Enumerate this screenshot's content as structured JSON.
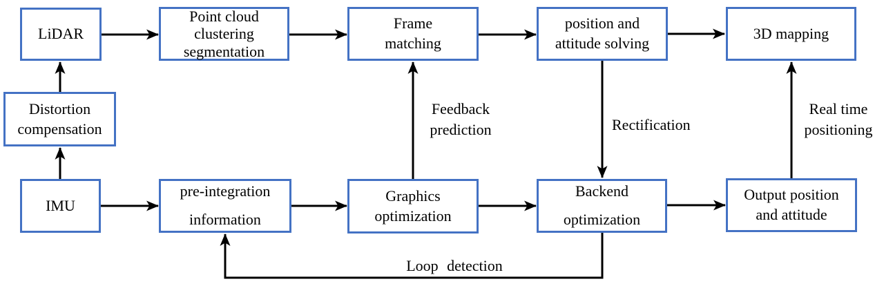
{
  "diagram": {
    "nodes": {
      "lidar": {
        "label": "LiDAR"
      },
      "point_cloud": {
        "label": "Point cloud\nclustering\nsegmentation"
      },
      "frame_matching": {
        "label": "Frame\nmatching"
      },
      "pose_solving": {
        "label": "position and\nattitude solving"
      },
      "mapping_3d": {
        "label": "3D mapping"
      },
      "distortion": {
        "label": "Distortion\ncompensation"
      },
      "imu": {
        "label": "IMU"
      },
      "preintegration": {
        "label": "pre-integration\ninformation"
      },
      "graphics_opt": {
        "label": "Graphics\noptimization"
      },
      "backend_opt": {
        "label": "Backend\noptimization"
      },
      "output_pose": {
        "label": "Output position\nand attitude"
      }
    },
    "edge_labels": {
      "feedback": "Feedback\nprediction",
      "rectification": "Rectification",
      "realtime": "Real time\npositioning",
      "loop": "Loop detection"
    },
    "colors": {
      "box_border": "#4472c4",
      "arrow": "#000000",
      "text": "#000000",
      "background": "#ffffff"
    }
  }
}
